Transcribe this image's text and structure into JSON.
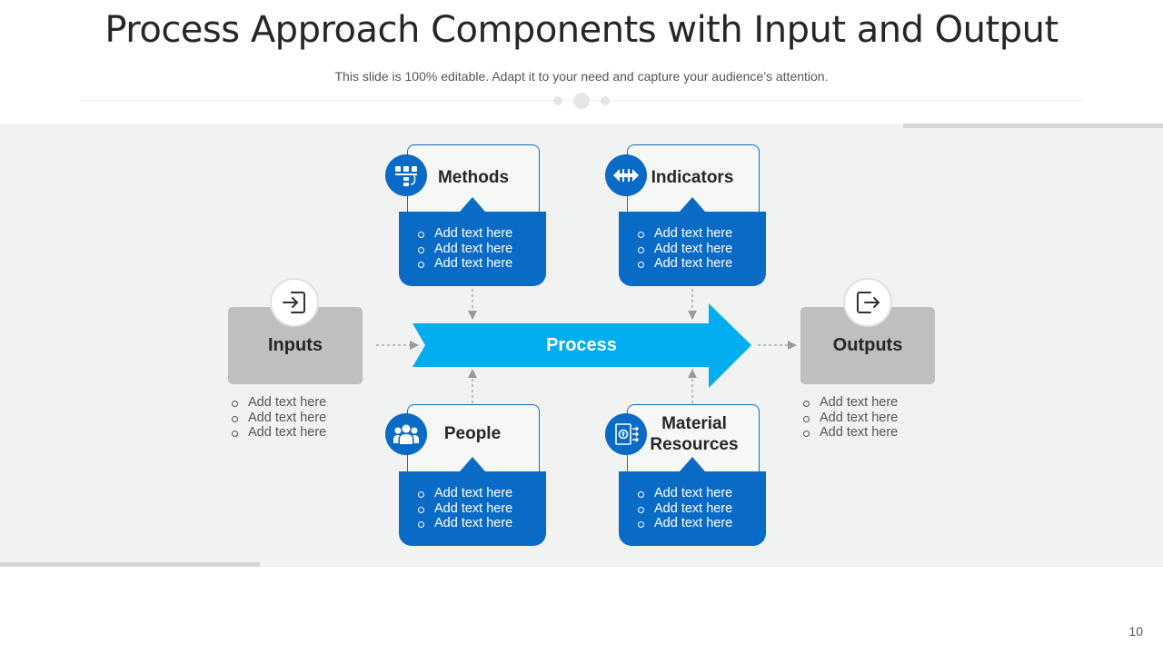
{
  "slide": {
    "title": "Process Approach Components with Input and Output",
    "subtitle": "This slide is 100% editable. Adapt it to your need and capture your audience’s attention.",
    "page_number": "10"
  },
  "diagram": {
    "inputs": {
      "label": "Inputs",
      "icon": "login-icon",
      "items": [
        "Add text here",
        "Add text here",
        "Add text here"
      ]
    },
    "process": {
      "label": "Process",
      "color": "#00aeef"
    },
    "outputs": {
      "label": "Outputs",
      "icon": "logout-icon",
      "items": [
        "Add text here",
        "Add text here",
        "Add text here"
      ]
    },
    "methods": {
      "label": "Methods",
      "icon": "flowchart-icon",
      "items": [
        "Add text here",
        "Add text here",
        "Add text here"
      ]
    },
    "indicators": {
      "label": "Indicators",
      "icon": "arrows-horizontal-icon",
      "items": [
        "Add text here",
        "Add text here",
        "Add text here"
      ]
    },
    "people": {
      "label": "People",
      "icon": "people-group-icon",
      "items": [
        "Add text here",
        "Add text here",
        "Add text here"
      ]
    },
    "material_resources": {
      "label_line1": "Material",
      "label_line2": "Resources",
      "icon": "resources-icon",
      "items": [
        "Add text here",
        "Add text here",
        "Add text here"
      ]
    },
    "colors": {
      "card_blue": "#0a6bc6",
      "grey_box": "#bfbfbf",
      "panel": "#f1f2f2"
    }
  }
}
